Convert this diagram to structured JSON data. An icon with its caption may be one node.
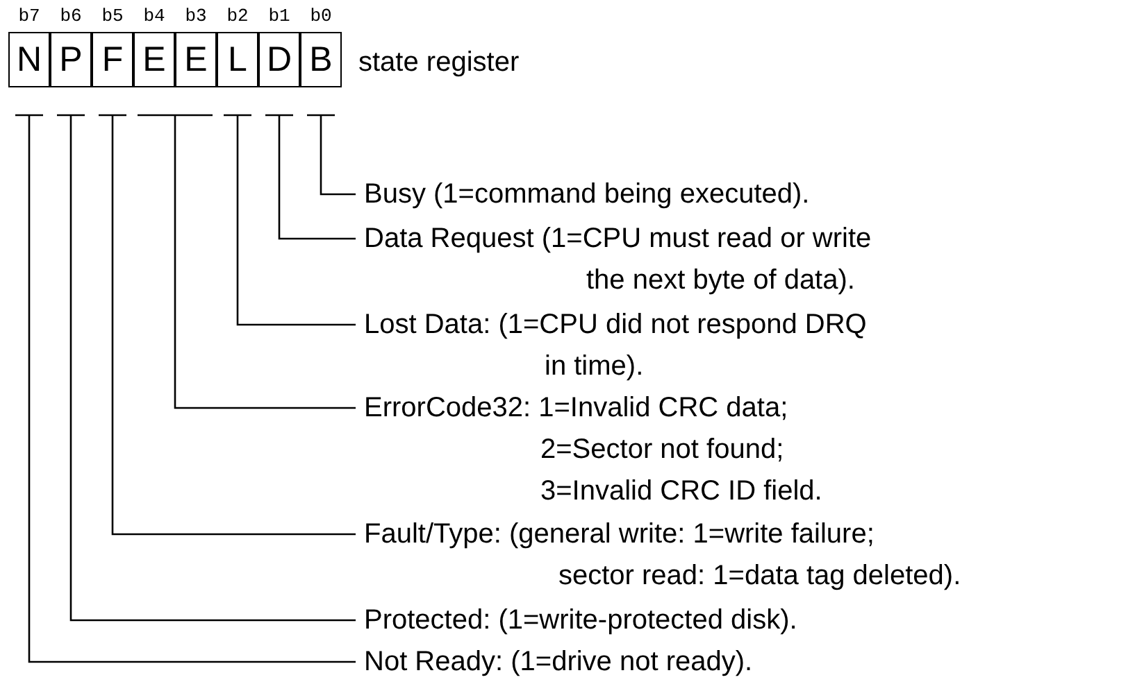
{
  "diagram": {
    "nodes": [
      {
        "text": [
          "N"
        ],
        "beside": [
          "b7"
        ]
      },
      {
        "text": [
          "P"
        ],
        "beside": [
          "b6"
        ]
      },
      {
        "text": [
          "F"
        ],
        "beside": [
          "b5"
        ]
      },
      {
        "text": [
          "E"
        ],
        "beside": [
          "b4"
        ]
      },
      {
        "text": [
          "E"
        ],
        "beside": [
          "b3"
        ]
      },
      {
        "text": [
          "L"
        ],
        "beside": [
          "b2"
        ]
      },
      {
        "text": [
          "D"
        ],
        "beside": [
          "b1"
        ]
      },
      {
        "text": [
          "B"
        ],
        "beside": [
          "b0"
        ]
      },
      {
        "text": [
          "Busy (1=command being executed)."
        ]
      },
      {
        "text": [
          "Data Request (1=CPU must read or write the next byte of data)."
        ]
      },
      {
        "text": [
          "Lost Data: (1=CPU did not respond DRQ in time)."
        ]
      },
      {
        "text": [
          "ErrorCode32: 1=Invalid CRC data; 2=Sector not found; 3=Invalid CRC ID field."
        ]
      },
      {
        "text": [
          "Fault/Type: (general write: 1=write failure; sector read: 1=data tag deleted)."
        ]
      },
      {
        "text": [
          "Protected: (1=write-protected disk)."
        ]
      },
      {
        "text": [
          "Not Ready: (1=drive not ready)."
        ]
      }
    ],
    "edges": [
      {
        "from": 8,
        "to": 7,
        "arrow": "none"
      },
      {
        "from": 9,
        "to": 6,
        "arrow": "none"
      },
      {
        "from": 10,
        "to": 5,
        "arrow": "none"
      },
      {
        "from": 11,
        "to": 4,
        "arrow": "none"
      },
      {
        "from": 11,
        "to": 3,
        "arrow": "none"
      },
      {
        "from": 12,
        "to": 2,
        "arrow": "none"
      },
      {
        "from": 13,
        "to": 1,
        "arrow": "none"
      },
      {
        "from": 14,
        "to": 0,
        "arrow": "none"
      }
    ],
    "labels": [
      "state register"
    ]
  }
}
